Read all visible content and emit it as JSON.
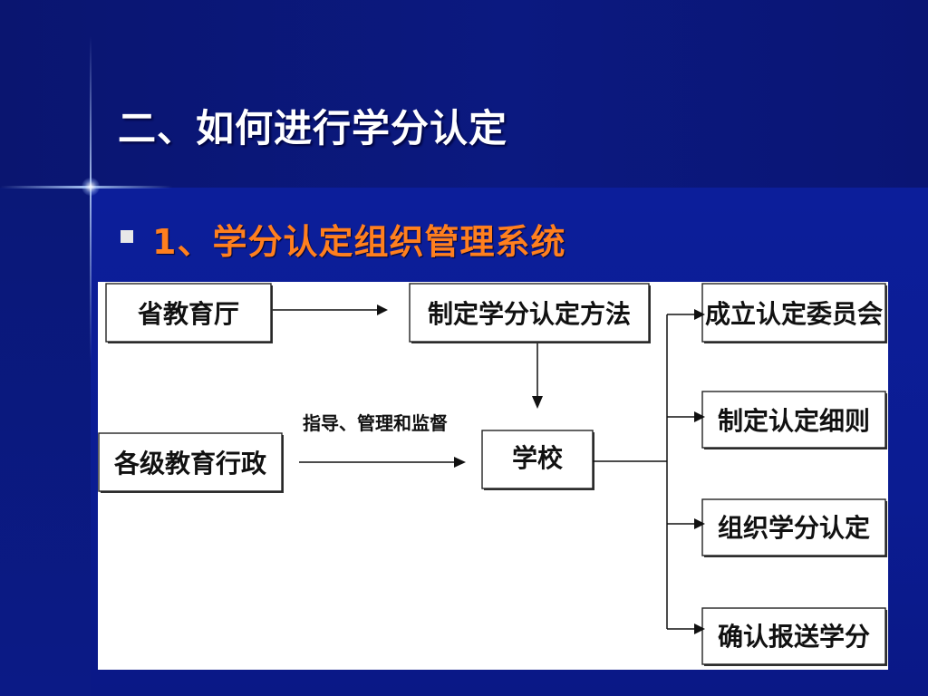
{
  "slide": {
    "title": "二、如何进行学分认定",
    "subtitle": "1、学分认定组织管理系统"
  },
  "colors": {
    "background": "#0b1a8c",
    "title": "#ffffff",
    "subtitle": "#ff7f1e",
    "bullet": "#e8e8e8"
  },
  "diagram": {
    "nodes": {
      "province": "省教育厅",
      "method": "制定学分认定方法",
      "admin": "各级教育行政",
      "school": "学校",
      "committee": "成立认定委员会",
      "rules": "制定认定细则",
      "organize": "组织学分认定",
      "confirm": "确认报送学分"
    },
    "edge_label": "指导、管理和监督"
  }
}
